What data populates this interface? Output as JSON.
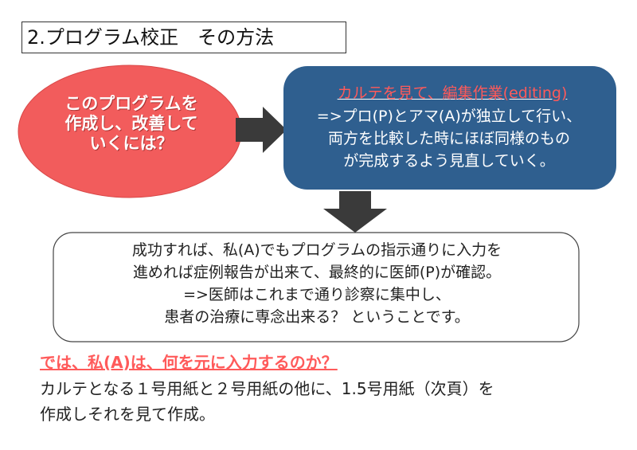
{
  "title": "2.プログラム校正　その方法",
  "ellipse": {
    "lines": [
      "このプログラムを",
      "作成し、改善して",
      "いくには？"
    ],
    "fill": "#f25c5c"
  },
  "blue_box": {
    "heading": "カルテを見て、編集作業(editing)",
    "lines": [
      "=>プロ(P)とアマ(A)が独立して行い、",
      "両方を比較した時にほぼ同様のもの",
      "が完成するよう見直していく。"
    ],
    "fill": "#2f5f8f",
    "heading_color": "#ff5a5a"
  },
  "result_box": {
    "lines": [
      "成功すれば、私(A)でもプログラムの指示通りに入力を",
      "進めれば症例報告が出来て、最終的に医師(P)が確認。",
      "=>医師はこれまで通り診察に集中し、",
      "患者の治療に専念出来る？ ということです。"
    ]
  },
  "question": "では、私(A)は、何を元に入力するのか？",
  "answer": {
    "lines": [
      "カルテとなる１号用紙と２号用紙の他に、1.5号用紙（次頁）を",
      "作成しそれを見て作成。"
    ]
  },
  "icons": {
    "right_arrow": "arrow-right-icon",
    "down_arrow": "arrow-down-icon"
  },
  "arrow_color": "#3a3a3a"
}
